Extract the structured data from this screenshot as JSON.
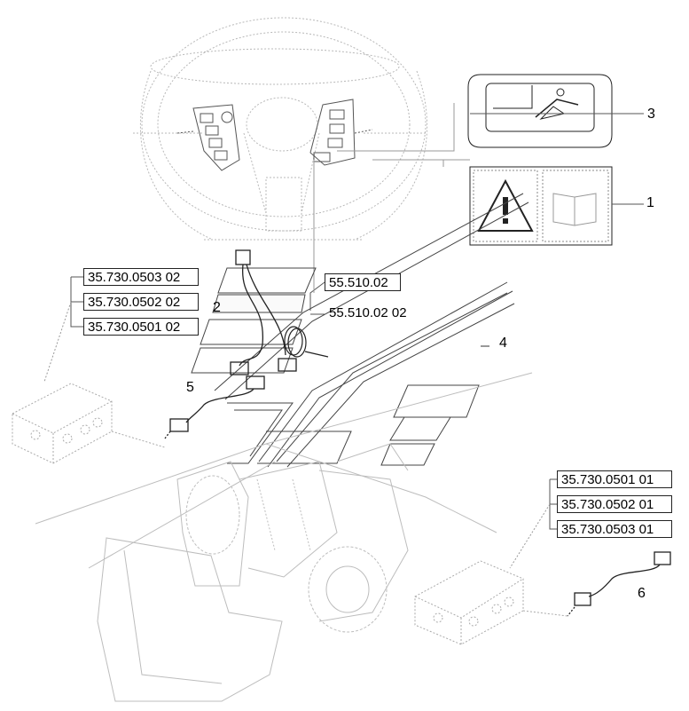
{
  "diagram": {
    "callouts": [
      "1",
      "2",
      "3",
      "4",
      "5",
      "6"
    ],
    "refs_left": [
      "35.730.0503 02",
      "35.730.0502 02",
      "35.730.0501 02"
    ],
    "refs_center": [
      "55.510.02",
      "55.510.02 02"
    ],
    "refs_right": [
      "35.730.0501 01",
      "35.730.0502 01",
      "35.730.0503 01"
    ],
    "colors": {
      "line": "#222222",
      "ghost": "#b5b5b5",
      "faint": "#d2d2d2"
    }
  }
}
